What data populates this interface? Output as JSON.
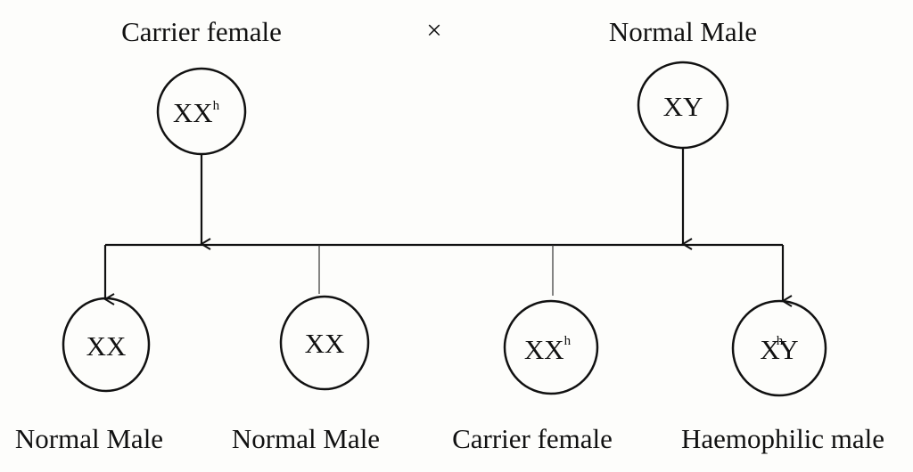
{
  "parents": {
    "female": {
      "label": "Carrier female",
      "genotype": "XX",
      "superscript": "h"
    },
    "cross_symbol": "×",
    "male": {
      "label": "Normal Male",
      "genotype": "XY",
      "superscript": ""
    }
  },
  "offspring": [
    {
      "label": "Normal Male",
      "genotype_pre": "XX",
      "superscript": "",
      "genotype_post": ""
    },
    {
      "label": "Normal Male",
      "genotype_pre": "XX",
      "superscript": "",
      "genotype_post": ""
    },
    {
      "label": "Carrier female",
      "genotype_pre": "XX",
      "superscript": "h",
      "genotype_post": ""
    },
    {
      "label": "Haemophilic male",
      "genotype_pre": "X",
      "superscript": "h",
      "genotype_post": "Y"
    }
  ]
}
